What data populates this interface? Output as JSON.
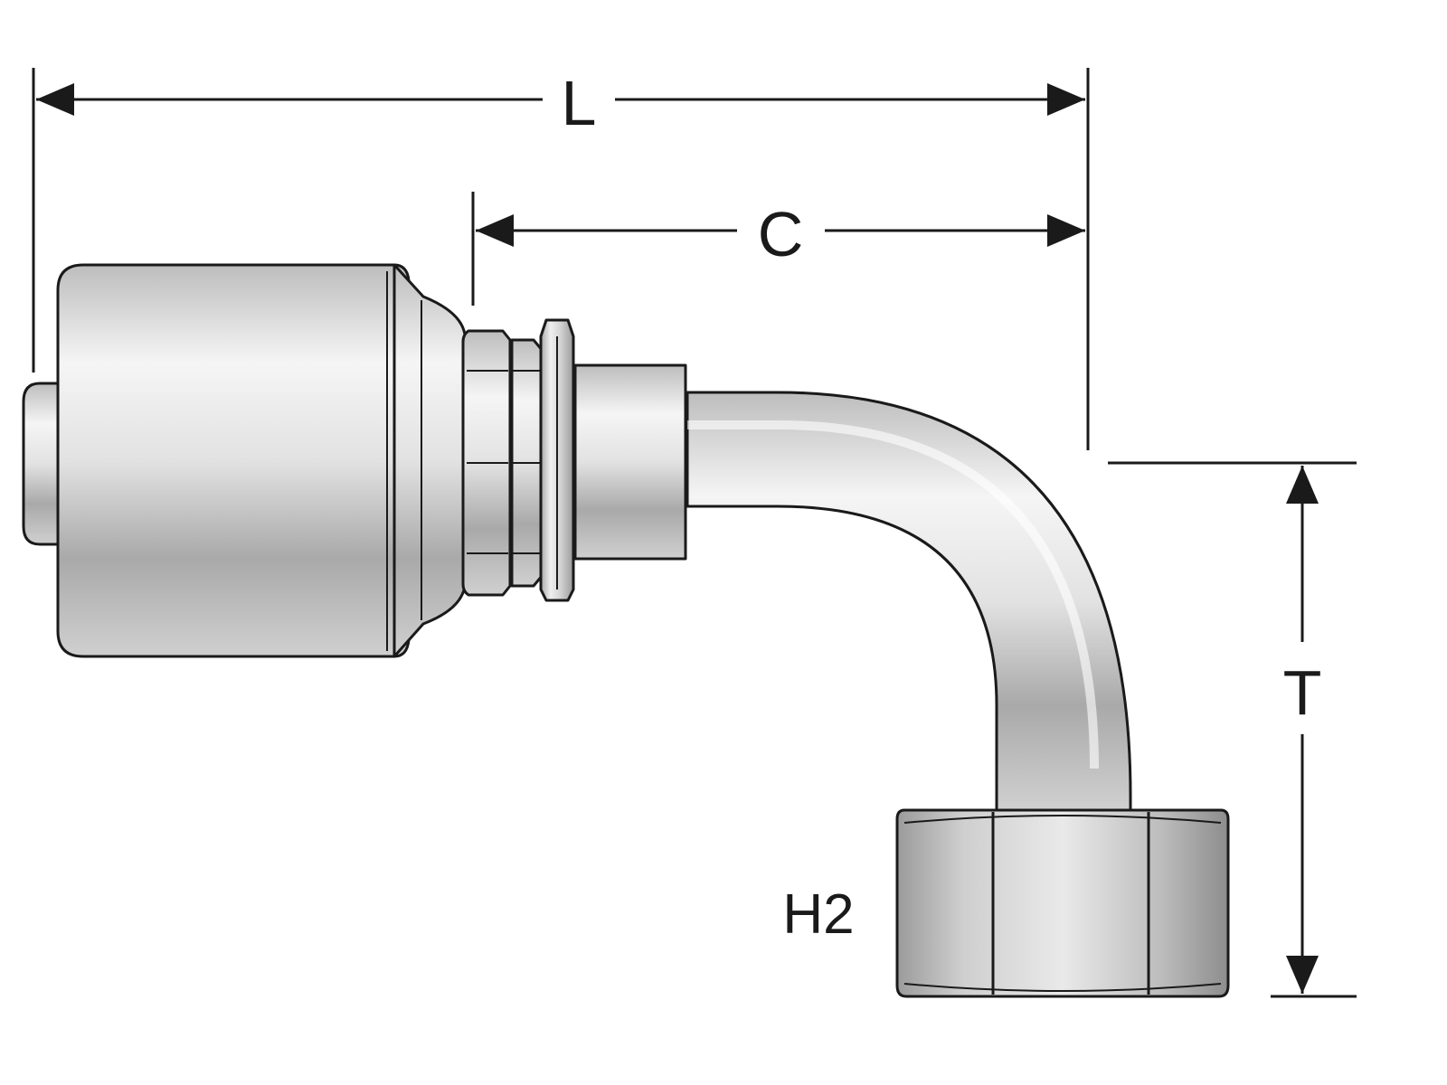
{
  "labels": {
    "overall_length": "L",
    "centerline": "C",
    "drop": "T",
    "hex": "H2"
  },
  "colors": {
    "outline": "#1a1a1a",
    "metal_light": "#f4f4f4",
    "metal_mid": "#c8c8c8",
    "metal_dark": "#8e8e8e",
    "background": "#ffffff"
  }
}
